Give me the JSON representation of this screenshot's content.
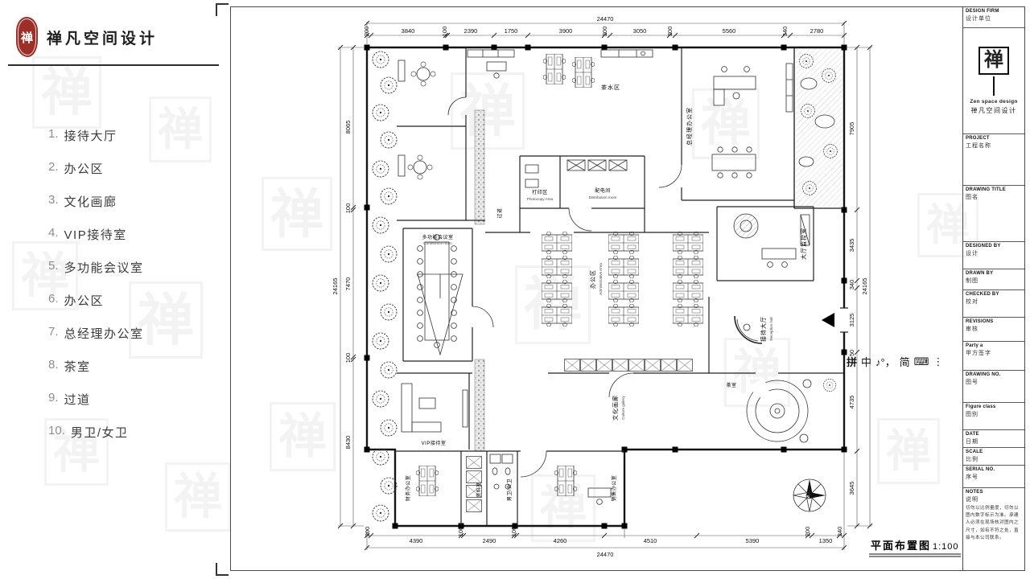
{
  "header": {
    "logo_char": "禅",
    "firm_name": "禅凡空间设计"
  },
  "legend": {
    "items": [
      {
        "num": "1.",
        "label": "接待大厅"
      },
      {
        "num": "2.",
        "label": "办公区"
      },
      {
        "num": "3.",
        "label": "文化画廊"
      },
      {
        "num": "4.",
        "label": "VIP接待室"
      },
      {
        "num": "5.",
        "label": "多功能会议室"
      },
      {
        "num": "6.",
        "label": "办公区"
      },
      {
        "num": "7.",
        "label": "总经理办公室"
      },
      {
        "num": "8.",
        "label": "茶室"
      },
      {
        "num": "9.",
        "label": "过道"
      },
      {
        "num": "10.",
        "label": "男卫/女卫"
      }
    ]
  },
  "ime": {
    "engine": "拼",
    "mode": "中",
    "punct": "♪°，",
    "charset": "简",
    "keyboard_icon": "⌨",
    "more_icon": "⋮"
  },
  "plan": {
    "caption": "平面布置图",
    "scale": "1:100",
    "dims": {
      "top_total": "24470",
      "top": [
        "200",
        "3840",
        "100",
        "2390",
        "1750",
        "3900",
        "300",
        "3050",
        "300",
        "5560",
        "340",
        "2780"
      ],
      "bottom": [
        "200",
        "4390",
        "100",
        "2490",
        "100",
        "4260",
        "4510",
        "5390",
        "200",
        "1350",
        "240"
      ],
      "bottom_total": "24470",
      "left": [
        "8065",
        "100",
        "7470",
        "100",
        "8430"
      ],
      "left_total": "24165",
      "right": [
        "7905",
        "3435",
        "340",
        "3125",
        "50",
        "4735",
        "3645"
      ],
      "right_total": "24165"
    },
    "rooms": {
      "photocopy": "打印区",
      "photocopy_en": "Photocopy Area",
      "pantry": "茶水区",
      "gm_office": "总经理办公室",
      "distribution": "配电间",
      "distribution_en": "Distribution room",
      "conference": "多功能会议室",
      "conference_en": "Conference room",
      "office": "办公区",
      "office_en": "Administrative Area",
      "monitor": "大厅监控室",
      "reception": "接待大厅",
      "reception_en": "Reception hall",
      "gallery": "文化画廊",
      "gallery_en": "Culture gallery",
      "vip": "VIP接待室",
      "finance": "财务办公室",
      "archive": "资料室",
      "toilet": "男卫/女卫",
      "sales": "销售办公室",
      "tea": "茶室",
      "corridor": "过道"
    }
  },
  "titleblock": {
    "design_firm_en": "DESIGN FIRM",
    "design_firm_cn": "设计单位",
    "logo_char": "禅",
    "brand_en": "Zen space design",
    "brand_cn": "禅凡空间设计",
    "project_en": "PROJECT",
    "project_cn": "工程名称",
    "drawing_title_en": "DRAWING TITLE",
    "drawing_title_cn": "图名",
    "designed_by_en": "DESIGNED BY",
    "designed_by_cn": "设计",
    "drawn_by_en": "DRAWN BY",
    "drawn_by_cn": "制图",
    "checked_by_en": "CHECKED BY",
    "checked_by_cn": "校对",
    "revisions_en": "REVISIONS",
    "revisions_cn": "审核",
    "party_a_en": "Party a",
    "party_a_cn": "甲方签字",
    "drawing_no_en": "DRAWING NO.",
    "drawing_no_cn": "图号",
    "figure_class_en": "Figure class",
    "figure_class_cn": "图别",
    "date_en": "DATE",
    "date_cn": "日期",
    "scale_en": "SCALE",
    "scale_cn": "比例",
    "serial_no_en": "SERIAL NO.",
    "serial_no_cn": "序号",
    "notes_en": "NOTES",
    "notes_cn": "说明",
    "notes_text": "切勿以比例量度，切勿以图内数字标示为准。承建人必须在现场核对图内之尺寸，如有不符之处，直接与本公司联系。"
  }
}
